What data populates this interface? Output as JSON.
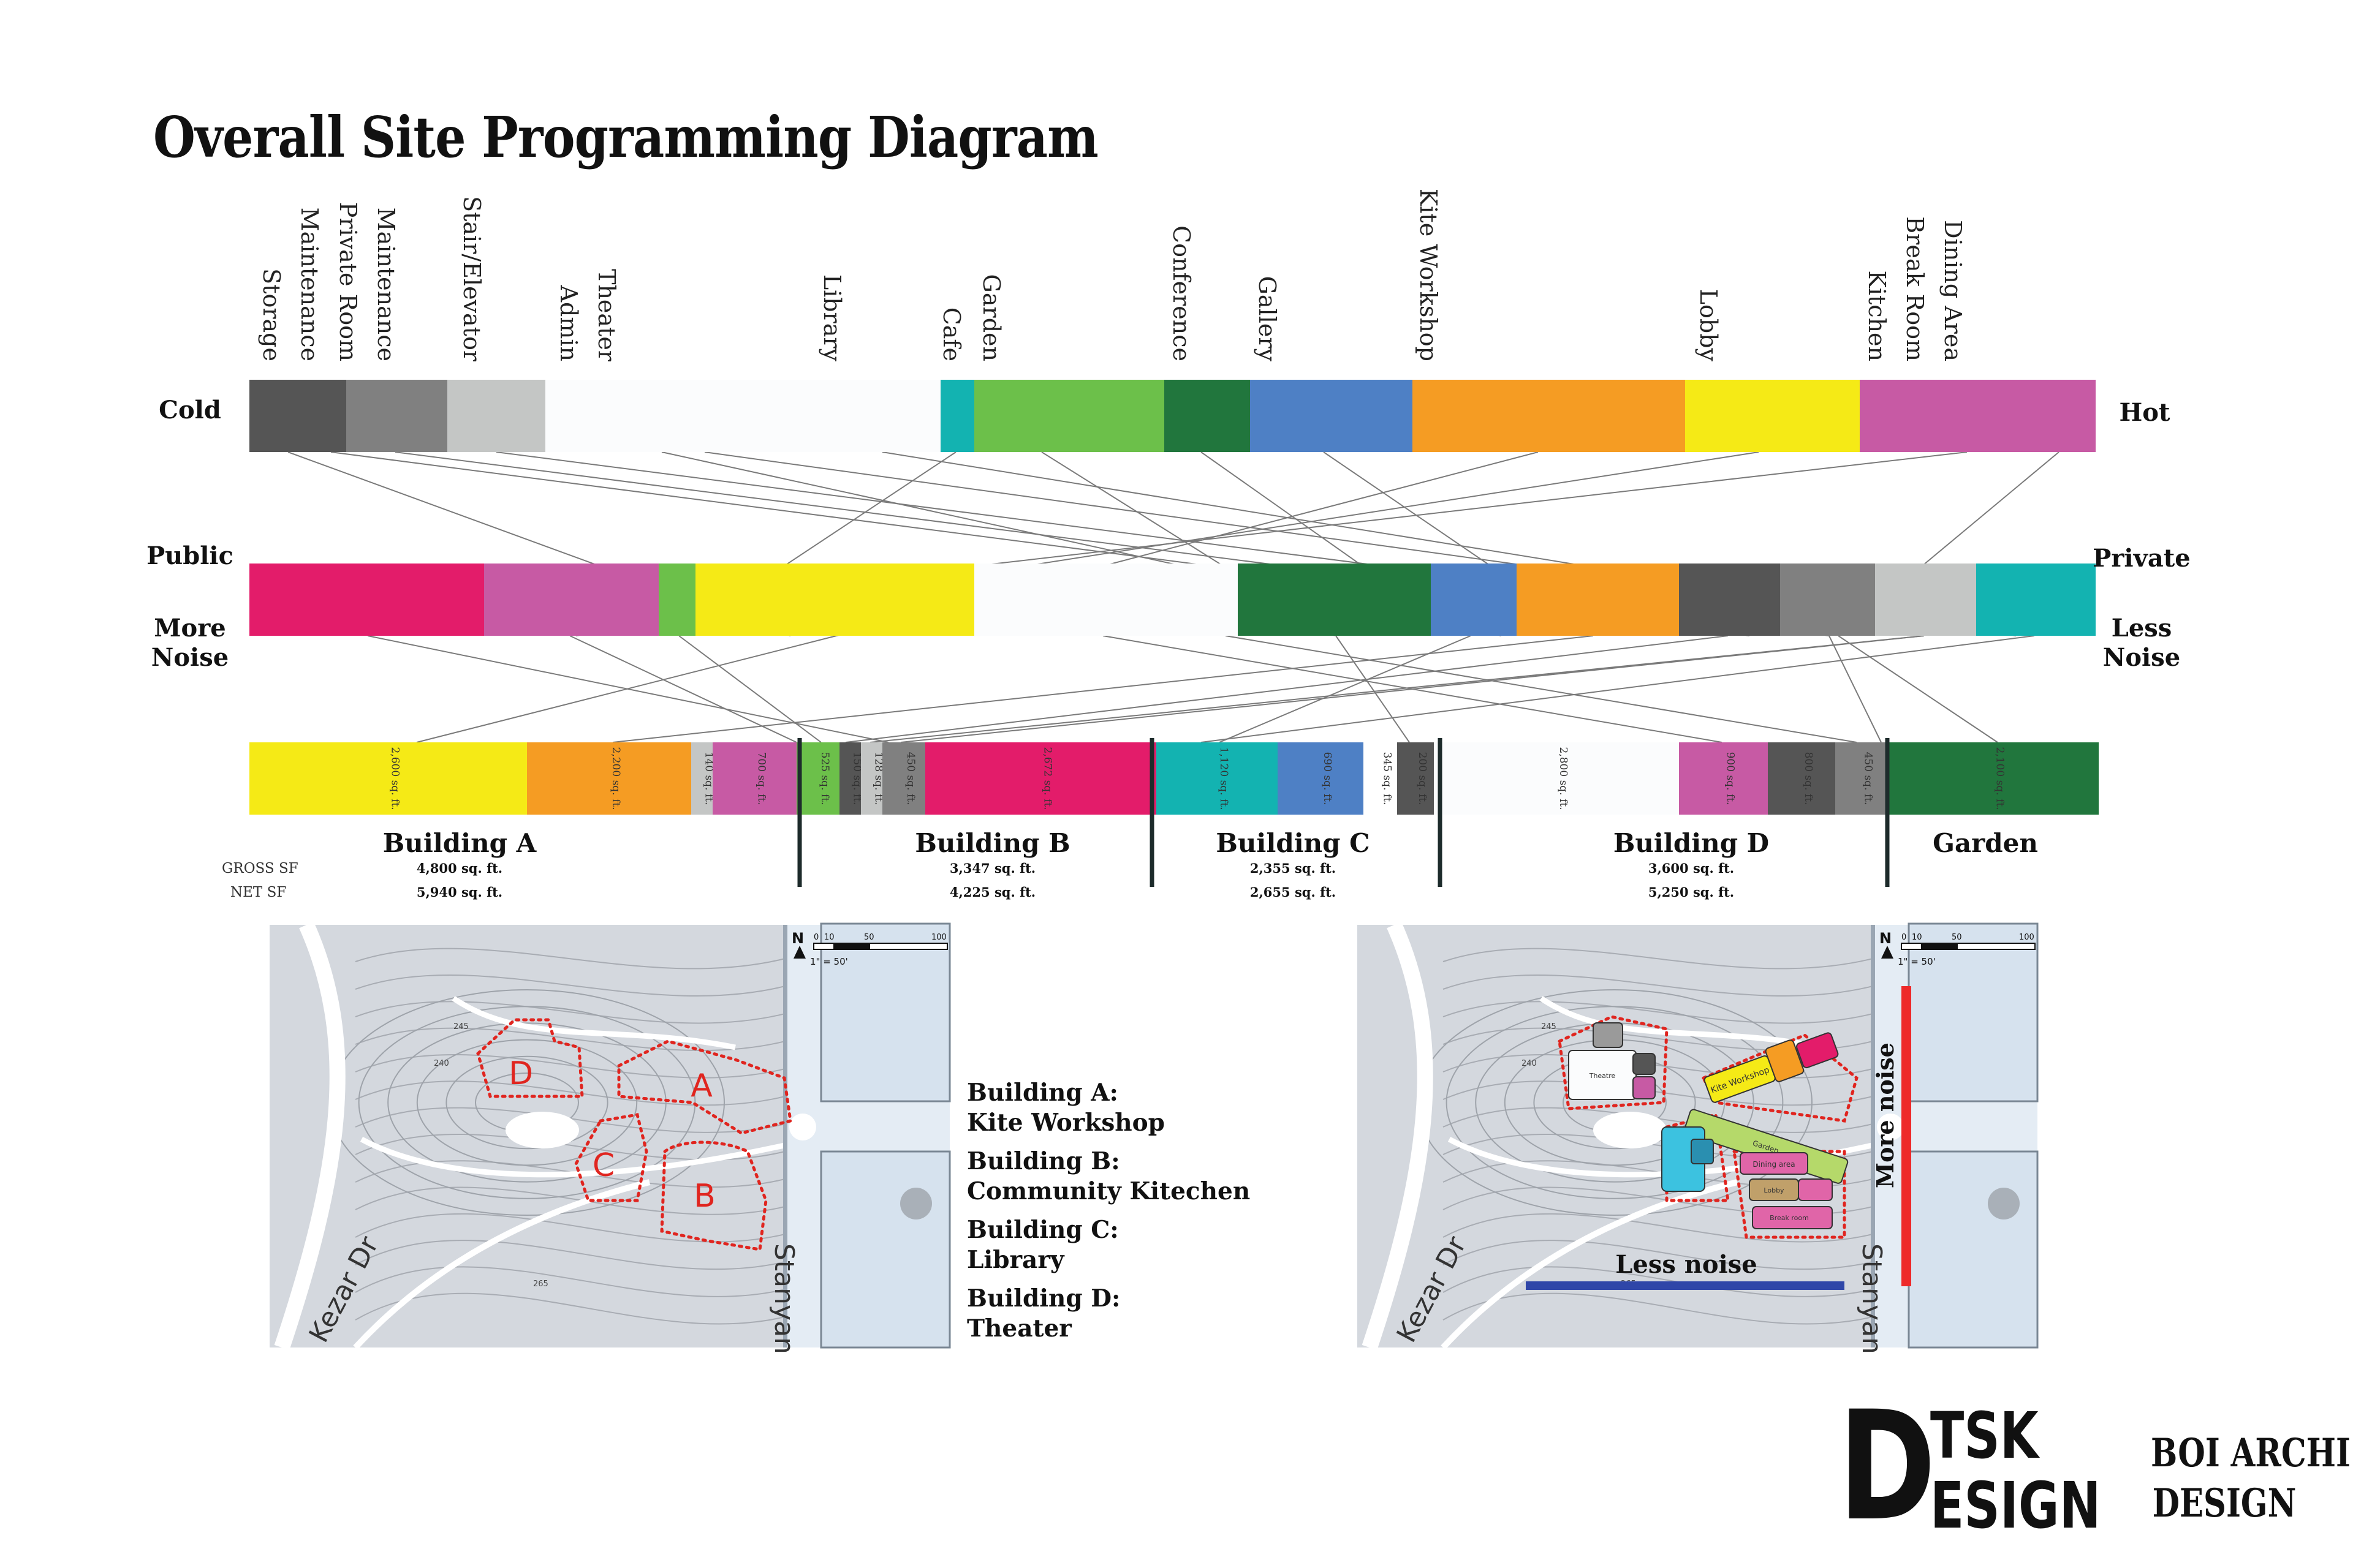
{
  "title": "Overall Site Programming Diagram",
  "scale1": {
    "left_label": "Cold",
    "right_label": "Hot",
    "segments": [
      {
        "label": "Storage",
        "color": "#555555"
      },
      {
        "label": "Maintenance",
        "color": "#808080"
      },
      {
        "label": "Private Room\nMaintenance",
        "color": "#c4c6c5"
      },
      {
        "label": "Stair/Elevator",
        "color": "#fbfcfd"
      },
      {
        "label": "Admin\nTheater",
        "color": "#fbfcfd"
      },
      {
        "label": "Library",
        "color": "#13b3b1"
      },
      {
        "label": "Cafe",
        "color": "#6cc04a"
      },
      {
        "label": "Garden",
        "color": "#21763d"
      },
      {
        "label": "Conference",
        "color": "#4e80c5"
      },
      {
        "label": "Gallery",
        "color": "#f59c23"
      },
      {
        "label": "Kite Workshop",
        "color": "#f5ea16"
      },
      {
        "label": "Lobby",
        "color": "#c75aa4"
      },
      {
        "label": "Kitchen\nBreak Room\nDining Area",
        "color": "#e31c6a"
      }
    ]
  },
  "scale2": {
    "left_label_top": "Public",
    "left_label_bottom": "More\nNoise",
    "right_label_top": "Private",
    "right_label_bottom": "Less\nNoise",
    "colors": [
      "#e31c6a",
      "#c75aa4",
      "#6cc04a",
      "#f5ea16",
      "#fbfcfd",
      "#21763d",
      "#4e80c5",
      "#f59c23",
      "#555555",
      "#808080",
      "#c4c6c5",
      "#13b3b1"
    ]
  },
  "scale3": {
    "segments": [
      {
        "area": "2,600 sq. ft.",
        "color": "#f5ea16"
      },
      {
        "area": "2,200 sq. ft.",
        "color": "#f59c23"
      },
      {
        "area": "140 sq. ft.",
        "color": "#c4c6c5"
      },
      {
        "area": "700 sq. ft.",
        "color": "#c75aa4"
      },
      {
        "area": "525 sq. ft.",
        "color": "#6cc04a"
      },
      {
        "area": "150 sq. ft.",
        "color": "#555555"
      },
      {
        "area": "128 sq. ft.",
        "color": "#c4c6c5"
      },
      {
        "area": "450 sq. ft.",
        "color": "#808080"
      },
      {
        "area": "2,672 sq. ft.",
        "color": "#e31c6a"
      },
      {
        "area": "1,120 sq. ft.",
        "color": "#13b3b1"
      },
      {
        "area": "690 sq. ft.",
        "color": "#4e80c5"
      },
      {
        "area": "345 sq. ft.",
        "color": "#ffffff"
      },
      {
        "area": "200 sq. ft.",
        "color": "#555555"
      },
      {
        "area": "2,800 sq. ft.",
        "color": "#fbfcfd"
      },
      {
        "area": "900 sq. ft.",
        "color": "#c75aa4"
      },
      {
        "area": "800 sq. ft.",
        "color": "#555555"
      },
      {
        "area": "450 sq. ft.",
        "color": "#808080"
      },
      {
        "area": "2,100 sq. ft.",
        "color": "#21763d"
      }
    ]
  },
  "gross_label": "GROSS SF",
  "net_label": "NET SF",
  "buildings": [
    {
      "name": "Building A",
      "gross": "4,800 sq. ft.",
      "net": "5,940 sq. ft."
    },
    {
      "name": "Building B",
      "gross": "3,347 sq. ft.",
      "net": "4,225 sq. ft."
    },
    {
      "name": "Building C",
      "gross": "2,355 sq. ft.",
      "net": "2,655 sq. ft."
    },
    {
      "name": "Building D",
      "gross": "3,600 sq. ft.",
      "net": "5,250 sq. ft."
    },
    {
      "name": "Garden",
      "gross": "",
      "net": ""
    }
  ],
  "legend": [
    {
      "head": "Building A:",
      "sub": "Kite Workshop"
    },
    {
      "head": "Building B:",
      "sub": "Community Kitechen"
    },
    {
      "head": "Building C:",
      "sub": "Library"
    },
    {
      "head": "Building D:",
      "sub": "Theater"
    }
  ],
  "map1": {
    "street_left": "Kezar Dr",
    "street_right": "Stanyan",
    "north": "N",
    "scale_note": "1\" = 50'",
    "scale_ticks": [
      "0",
      "10",
      "50",
      "100"
    ],
    "contours": [
      "245",
      "240",
      "265"
    ],
    "zones": [
      "A",
      "B",
      "C",
      "D"
    ]
  },
  "map2": {
    "street_left": "Kezar Dr",
    "street_right": "Stanyan",
    "north": "N",
    "scale_note": "1\" = 50'",
    "scale_ticks": [
      "0",
      "10",
      "50",
      "100"
    ],
    "contours": [
      "245",
      "240",
      "265"
    ],
    "more_noise": "More noise",
    "less_noise": "Less noise",
    "blocks": [
      "Theatre",
      "Kite Workshop",
      "Garden",
      "Dining area",
      "Lobby",
      "Break room"
    ]
  },
  "logo": {
    "big": "D",
    "line1": "TSK",
    "line2": "ESIGN"
  },
  "brand": {
    "line1": "BOI ARCHI",
    "line2": "DESIGN"
  }
}
